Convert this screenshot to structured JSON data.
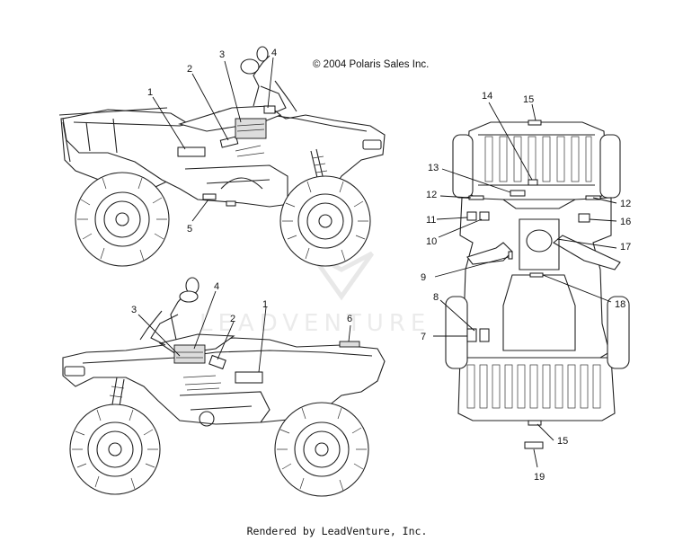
{
  "copyright": "© 2004 Polaris Sales Inc.",
  "footer": "Rendered by LeadVenture, Inc.",
  "watermark": "LEADVENTURE",
  "views": {
    "right_side": {
      "callouts": [
        "1",
        "2",
        "3",
        "4",
        "5"
      ]
    },
    "left_side": {
      "callouts": [
        "1",
        "2",
        "3",
        "4",
        "6"
      ]
    },
    "top": {
      "callouts": [
        "7",
        "8",
        "9",
        "10",
        "11",
        "12",
        "12",
        "13",
        "14",
        "15",
        "15",
        "16",
        "17",
        "18",
        "19"
      ]
    }
  }
}
